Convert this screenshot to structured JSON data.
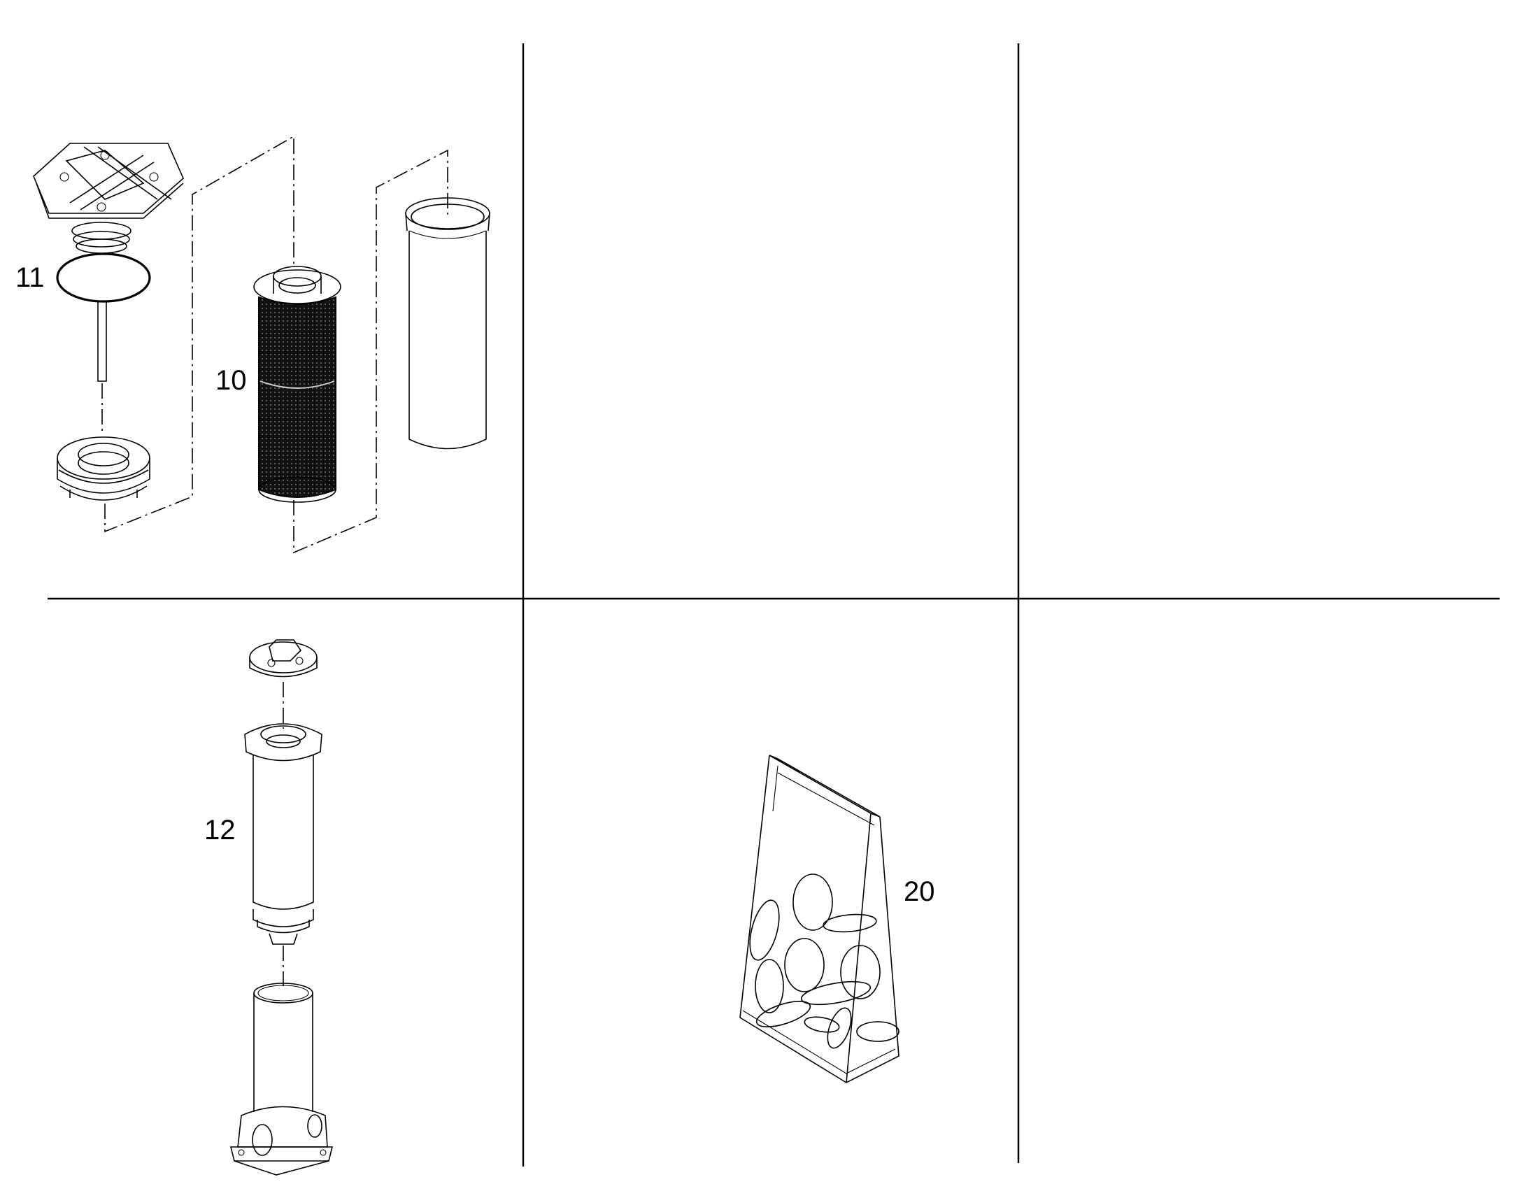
{
  "diagram": {
    "labels": {
      "item_11": "11",
      "item_10": "10",
      "item_12": "12",
      "item_20": "20"
    },
    "colors": {
      "line": "#000000",
      "background": "#ffffff",
      "mesh": "#1a1a1a"
    }
  }
}
